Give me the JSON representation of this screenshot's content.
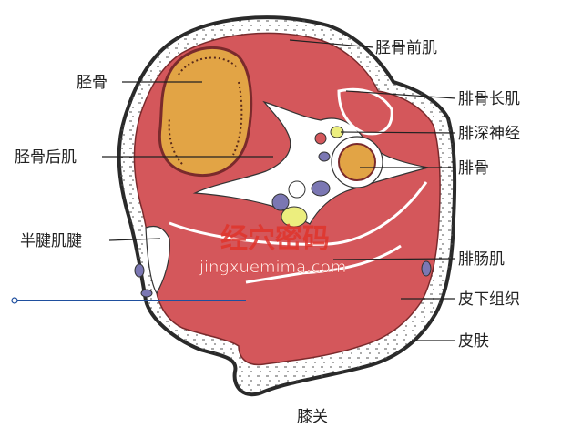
{
  "labels": {
    "tibialis_anterior": "胫骨前肌",
    "tibia": "胫骨",
    "peroneus_longus": "腓骨长肌",
    "deep_peroneal_nerve": "腓深神经",
    "tibialis_posterior": "胫骨后肌",
    "fibula": "腓骨",
    "semitendinosus_tendon": "半腱肌腱",
    "gastrocnemius": "腓肠肌",
    "subcutaneous_tissue": "皮下组织",
    "skin": "皮肤"
  },
  "caption": "膝关",
  "watermark": {
    "brand": "经穴密码",
    "url": "jingxuemima.com"
  },
  "colors": {
    "muscle": "#d4575b",
    "muscle_dark": "#b8393d",
    "bone": "#e2a445",
    "bone_marrow": "#d69a3a",
    "fat": "#ffffff",
    "vessel_blue": "#7b77b3",
    "nerve_yellow": "#ecee7e",
    "leader_blue": "#1f4f9e",
    "watermark": "#e0342c"
  }
}
